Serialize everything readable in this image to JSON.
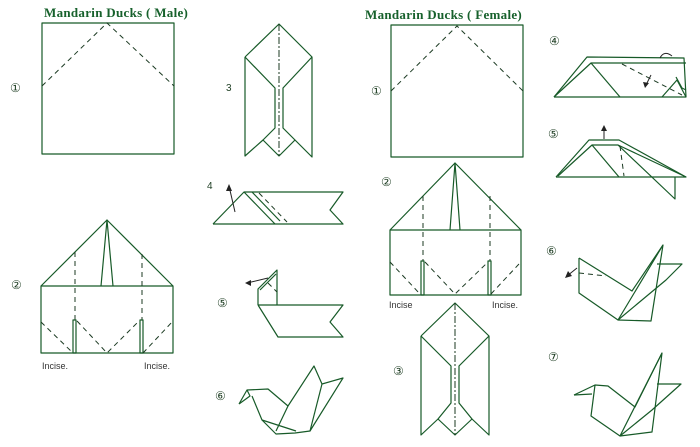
{
  "male": {
    "title": "Mandarin Ducks ( Male)",
    "steps": [
      "①",
      "②",
      "3",
      "4",
      "⑤",
      "⑥"
    ],
    "incise_left": "Incise.",
    "incise_right": "Incise."
  },
  "female": {
    "title": "Mandarin Ducks ( Female)",
    "steps": [
      "①",
      "②",
      "③",
      "④",
      "⑤",
      "⑥",
      "⑦"
    ],
    "incise_left": "Incise",
    "incise_right": "Incise."
  },
  "colors": {
    "line": "#175a28",
    "title": "#17612c"
  }
}
